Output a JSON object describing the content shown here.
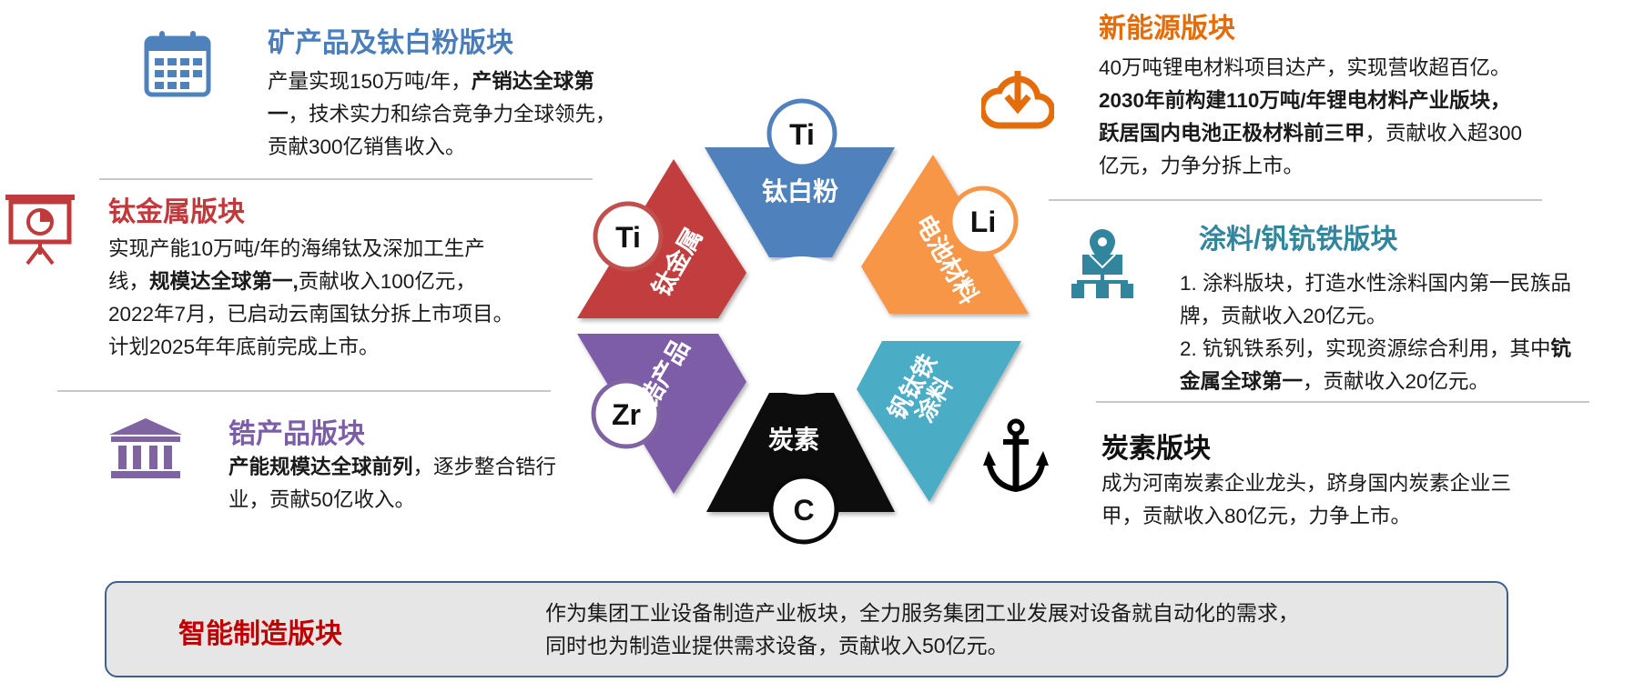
{
  "colors": {
    "blue": "#4f81bd",
    "red": "#c0393b",
    "orange": "#f79646",
    "purple": "#8064a2",
    "teal": "#4bacc6",
    "black": "#0a0a0a"
  },
  "wheel": {
    "tio2": {
      "symbol": "Ti",
      "label": "钛白粉"
    },
    "ti_metal": {
      "symbol": "Ti",
      "label": "钛金属"
    },
    "battery": {
      "symbol": "Li",
      "label": "电池材料"
    },
    "zr": {
      "symbol": "Zr",
      "label": "锆产品"
    },
    "coating": {
      "label_line1": "钒钛铁",
      "label_line2": "涂料"
    },
    "carbon": {
      "symbol": "C",
      "label": "炭素"
    }
  },
  "sections": {
    "mineral": {
      "icon": "calendar-icon",
      "title": "矿产品及钛白粉版块",
      "lines": [
        "产量实现150万吨/年，",
        "产销达全球第",
        "一",
        "，技术实力和综合竞争力全球领先，",
        "贡献300亿销售收入。"
      ]
    },
    "titanium": {
      "icon": "presentation-icon",
      "title": "钛金属版块",
      "lines": [
        "实现产能10万吨/年的海绵钛及深加工生产",
        "线，",
        "规模达全球第一,",
        "贡献收入100亿元，",
        "2022年7月，已启动云南国钛分拆上市项目。",
        "计划2025年年底前完成上市。"
      ]
    },
    "zirconium": {
      "icon": "bank-icon",
      "title": "锆产品版块",
      "lines": [
        "产能规模达全球前列",
        "，逐步整合锆行",
        "业，贡献50亿收入。"
      ]
    },
    "new_energy": {
      "icon": "cloud-download-icon",
      "title": "新能源版块",
      "lines": [
        "40万吨锂电材料项目达产，实现营收超百亿。",
        "2030年前构建110万吨/年锂电材料产业版块，",
        "跃居国内电池正极材料前三甲",
        "，贡献收入超300",
        "亿元，力争分拆上市。"
      ]
    },
    "coating": {
      "icon": "location-network-icon",
      "title": "涂料/钒钪铁版块",
      "lines": [
        "1. 涂料版块，打造水性涂料国内第一民族品",
        "牌，贡献收入20亿元。",
        "2. 钪钒铁系列，实现资源综合利用，其中",
        "钪",
        "金属全球第一",
        "，贡献收入20亿元。"
      ]
    },
    "carbon": {
      "icon": "anchor-icon",
      "title": "炭素版块",
      "lines": [
        "成为河南炭素企业龙头，跻身国内炭素企业三",
        "甲，贡献收入80亿元，力争上市。"
      ]
    },
    "smart": {
      "title": "智能制造版块",
      "lines": [
        "作为集团工业设备制造产业板块，全力服务集团工业发展对设备就自动化的需求，",
        "同时也为制造业提供需求设备，贡献收入50亿元。"
      ]
    }
  }
}
